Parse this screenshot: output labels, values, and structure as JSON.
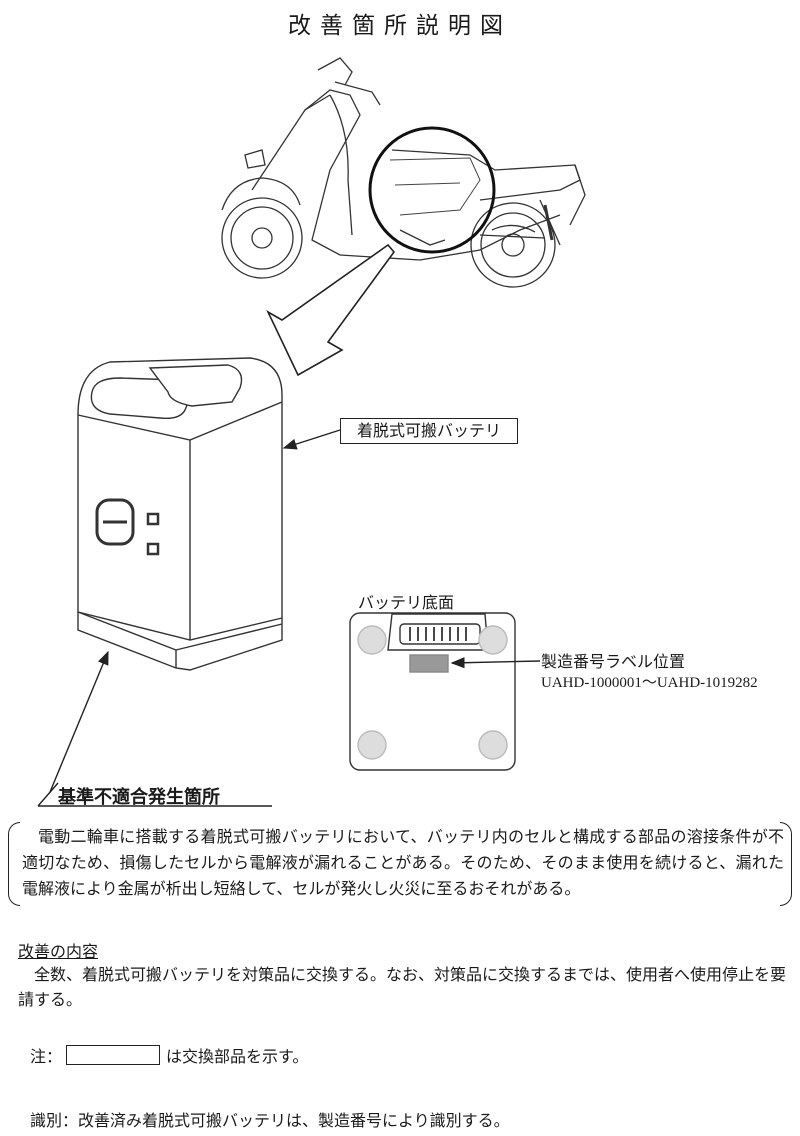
{
  "title": "改善箇所説明図",
  "labels": {
    "battery": "着脱式可搬バッテリ",
    "battery_bottom": "バッテリ底面",
    "serial_label_position": "製造番号ラベル位置",
    "serial_range": "UAHD-1000001～UAHD-1019282",
    "nonconformity": "基準不適合発生箇所"
  },
  "description": "電動二輪車に搭載する着脱式可搬バッテリにおいて、バッテリ内のセルと構成する部品の溶接条件が不適切なため、損傷したセルから電解液が漏れることがある。そのため、そのまま使用を続けると、漏れた電解液により金属が析出し短絡して、セルが発火し火災に至るおそれがある。",
  "improvement": {
    "heading": "改善の内容",
    "text": "全数、着脱式可搬バッテリを対策品に交換する。なお、対策品に交換するまでは、使用者へ使用停止を要請する。"
  },
  "note": {
    "prefix": "注：",
    "suffix": "は交換部品を示す。"
  },
  "identification": "識別：改善済み着脱式可搬バッテリは、製造番号により識別する。"
}
